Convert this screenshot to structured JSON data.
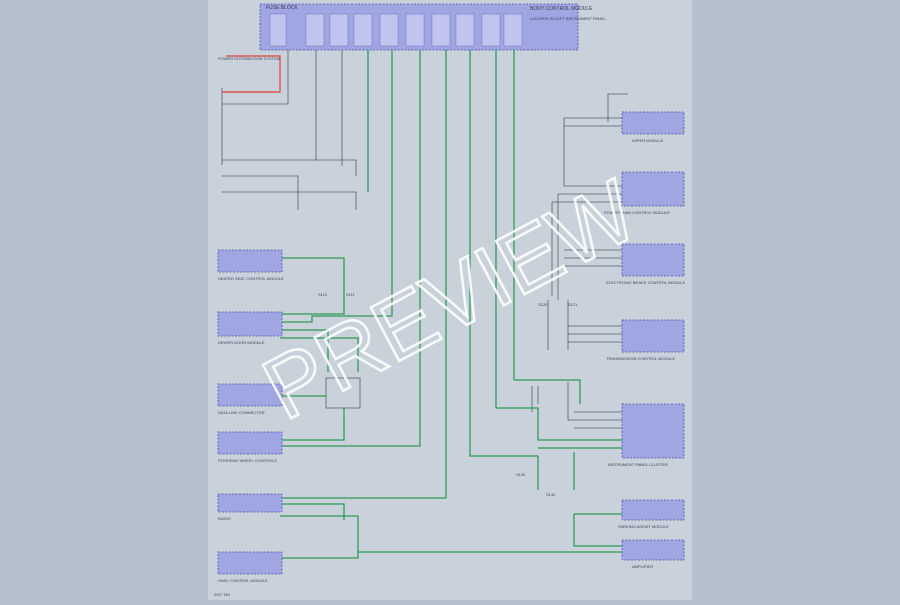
{
  "header": {
    "module_title": "BODY CONTROL MODULE",
    "module_subtitle": "LOCATED IN LEFT INSTRUMENT PANEL",
    "fuse_block": "FUSE BLOCK"
  },
  "left_components": [
    {
      "id": "c1",
      "title": "POWER DISTRIBUTION SYSTEM"
    },
    {
      "id": "c2",
      "title": "HEATED SEAT CONTROL MODULE"
    },
    {
      "id": "c3",
      "title": "DRIVER DOOR MODULE"
    },
    {
      "id": "c4",
      "title": "DATA LINK CONNECTOR"
    },
    {
      "id": "c5",
      "title": "STEERING WHEEL CONTROLS"
    },
    {
      "id": "c6",
      "title": "RADIO"
    },
    {
      "id": "c7",
      "title": "HVAC CONTROL MODULE"
    }
  ],
  "right_components": [
    {
      "id": "r1",
      "title": "WIPER MODULE"
    },
    {
      "id": "r2",
      "title": "POWERTRAIN CONTROL MODULE"
    },
    {
      "id": "r3",
      "title": "ELECTRONIC BRAKE CONTROL MODULE"
    },
    {
      "id": "r4",
      "title": "TRANSMISSION CONTROL MODULE"
    },
    {
      "id": "r5",
      "title": "INSTRUMENT PANEL CLUSTER"
    },
    {
      "id": "r6",
      "title": "PARKING ASSIST MODULE"
    },
    {
      "id": "r7",
      "title": "AMPLIFIER"
    }
  ],
  "splices": [
    "S110",
    "S111",
    "S120",
    "S121",
    "S130",
    "S140"
  ],
  "footer_code": "2017 MD",
  "watermark": "PREVIEW"
}
